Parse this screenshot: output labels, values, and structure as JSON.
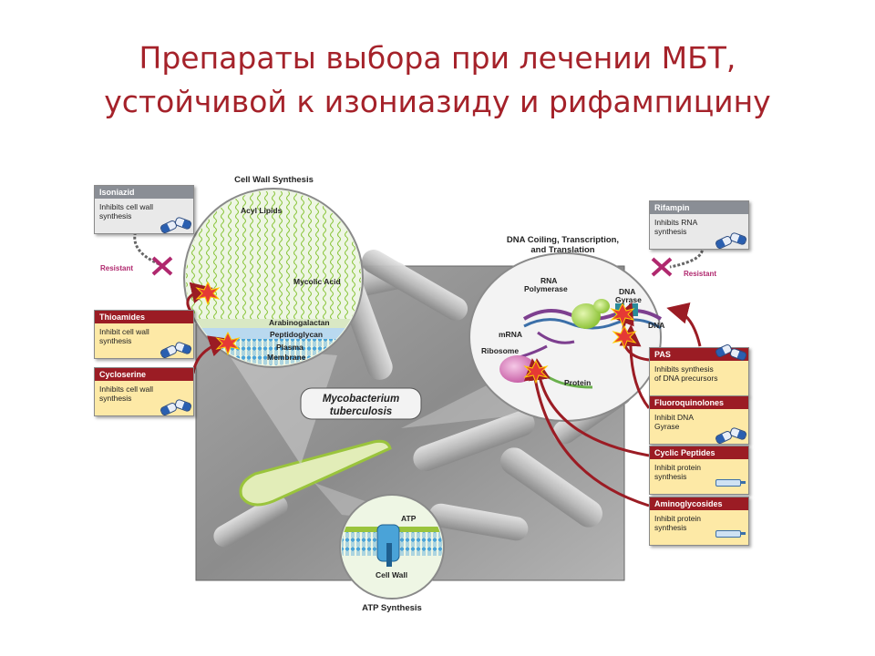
{
  "title": {
    "line1": "Препараты выбора при лечении МБТ,",
    "line2": "устойчивой к изониазиду и рифампицину"
  },
  "diagram": {
    "cell_wall_title": "Cell Wall Synthesis",
    "dna_title_line1": "DNA Coiling, Transcription,",
    "dna_title_line2": "and Translation",
    "atp_title": "ATP Synthesis",
    "organism_line1": "Mycobacterium",
    "organism_line2": "tuberculosis",
    "cell_wall_labels": {
      "acyl_lipids": "Acyl Lipids",
      "mycolic_acid": "Mycolic Acid",
      "arabinogalactan": "Arabinogalactan",
      "peptidoglycan": "Peptidoglycan",
      "plasma_membrane_1": "Plasma",
      "plasma_membrane_2": "Membrane"
    },
    "dna_labels": {
      "rna_polymerase_1": "RNA",
      "rna_polymerase_2": "Polymerase",
      "dna_gyrase_1": "DNA",
      "dna_gyrase_2": "Gyrase",
      "dna": "DNA",
      "mrna": "mRNA",
      "ribosome": "Ribosome",
      "protein": "Protein"
    },
    "atp_labels": {
      "atp": "ATP",
      "cell_wall": "Cell Wall"
    },
    "resistant_left": "Resistant",
    "resistant_right": "Resistant"
  },
  "drugs": {
    "isoniazid": {
      "name": "Isoniazid",
      "line1": "Inhibits cell wall",
      "line2": "synthesis"
    },
    "rifampin": {
      "name": "Rifampin",
      "line1": "Inhibits RNA",
      "line2": "synthesis"
    },
    "thioamides": {
      "name": "Thioamides",
      "line1": "Inhibit cell wall",
      "line2": "synthesis"
    },
    "cycloserine": {
      "name": "Cycloserine",
      "line1": "Inhibits cell wall",
      "line2": "synthesis"
    },
    "pas": {
      "name": "PAS",
      "line1": "Inhibits synthesis",
      "line2": "of DNA precursors"
    },
    "fluoroquinolones": {
      "name": "Fluoroquinolones",
      "line1": "Inhibit DNA",
      "line2": "Gyrase"
    },
    "cyclic_peptides": {
      "name": "Cyclic Peptides",
      "line1": "Inhibit protein",
      "line2": "synthesis"
    },
    "aminoglycosides": {
      "name": "Aminoglycosides",
      "line1": "Inhibit protein",
      "line2": "synthesis"
    }
  },
  "colors": {
    "title": "#a5222a",
    "inhibit_arrow": "#9b1c24",
    "resist_cross": "#b0286e",
    "card_header_red": "#9b1c24",
    "card_header_grey": "#8a8e95",
    "card_body": "#fde9a6"
  }
}
